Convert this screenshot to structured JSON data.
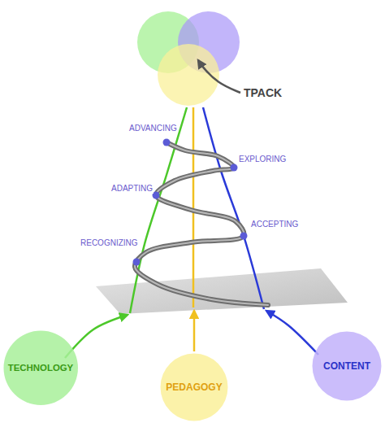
{
  "diagram": {
    "nodes": [
      {
        "text": [
          "TECHNOLOGY"
        ]
      },
      {
        "text": [
          "PEDAGOGY"
        ]
      },
      {
        "text": [
          "CONTENT"
        ]
      }
    ],
    "labels": [
      "TPACK",
      "ADVANCING",
      "EXPLORING",
      "ADAPTING",
      "ACCEPTING",
      "RECOGNIZING"
    ]
  }
}
